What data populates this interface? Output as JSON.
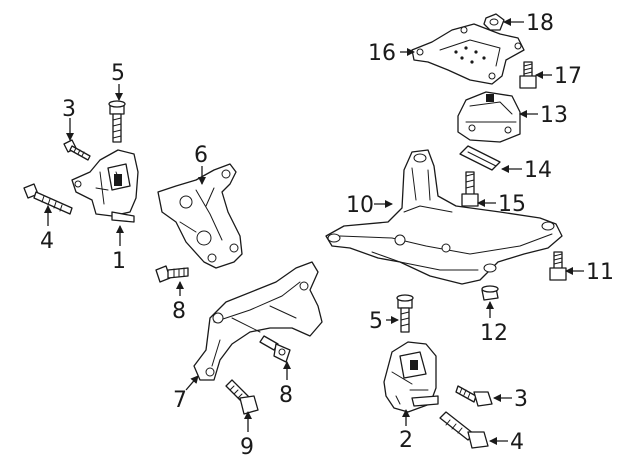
{
  "callouts": [
    {
      "id": "c1",
      "text": "1"
    },
    {
      "id": "c2",
      "text": "2"
    },
    {
      "id": "c3a",
      "text": "3"
    },
    {
      "id": "c3b",
      "text": "3"
    },
    {
      "id": "c4a",
      "text": "4"
    },
    {
      "id": "c4b",
      "text": "4"
    },
    {
      "id": "c5a",
      "text": "5"
    },
    {
      "id": "c5b",
      "text": "5"
    },
    {
      "id": "c6",
      "text": "6"
    },
    {
      "id": "c7",
      "text": "7"
    },
    {
      "id": "c8a",
      "text": "8"
    },
    {
      "id": "c8b",
      "text": "8"
    },
    {
      "id": "c9",
      "text": "9"
    },
    {
      "id": "c10",
      "text": "10"
    },
    {
      "id": "c11",
      "text": "11"
    },
    {
      "id": "c12",
      "text": "12"
    },
    {
      "id": "c13",
      "text": "13"
    },
    {
      "id": "c14",
      "text": "14"
    },
    {
      "id": "c15",
      "text": "15"
    },
    {
      "id": "c16",
      "text": "16"
    },
    {
      "id": "c17",
      "text": "17"
    },
    {
      "id": "c18",
      "text": "18"
    }
  ]
}
